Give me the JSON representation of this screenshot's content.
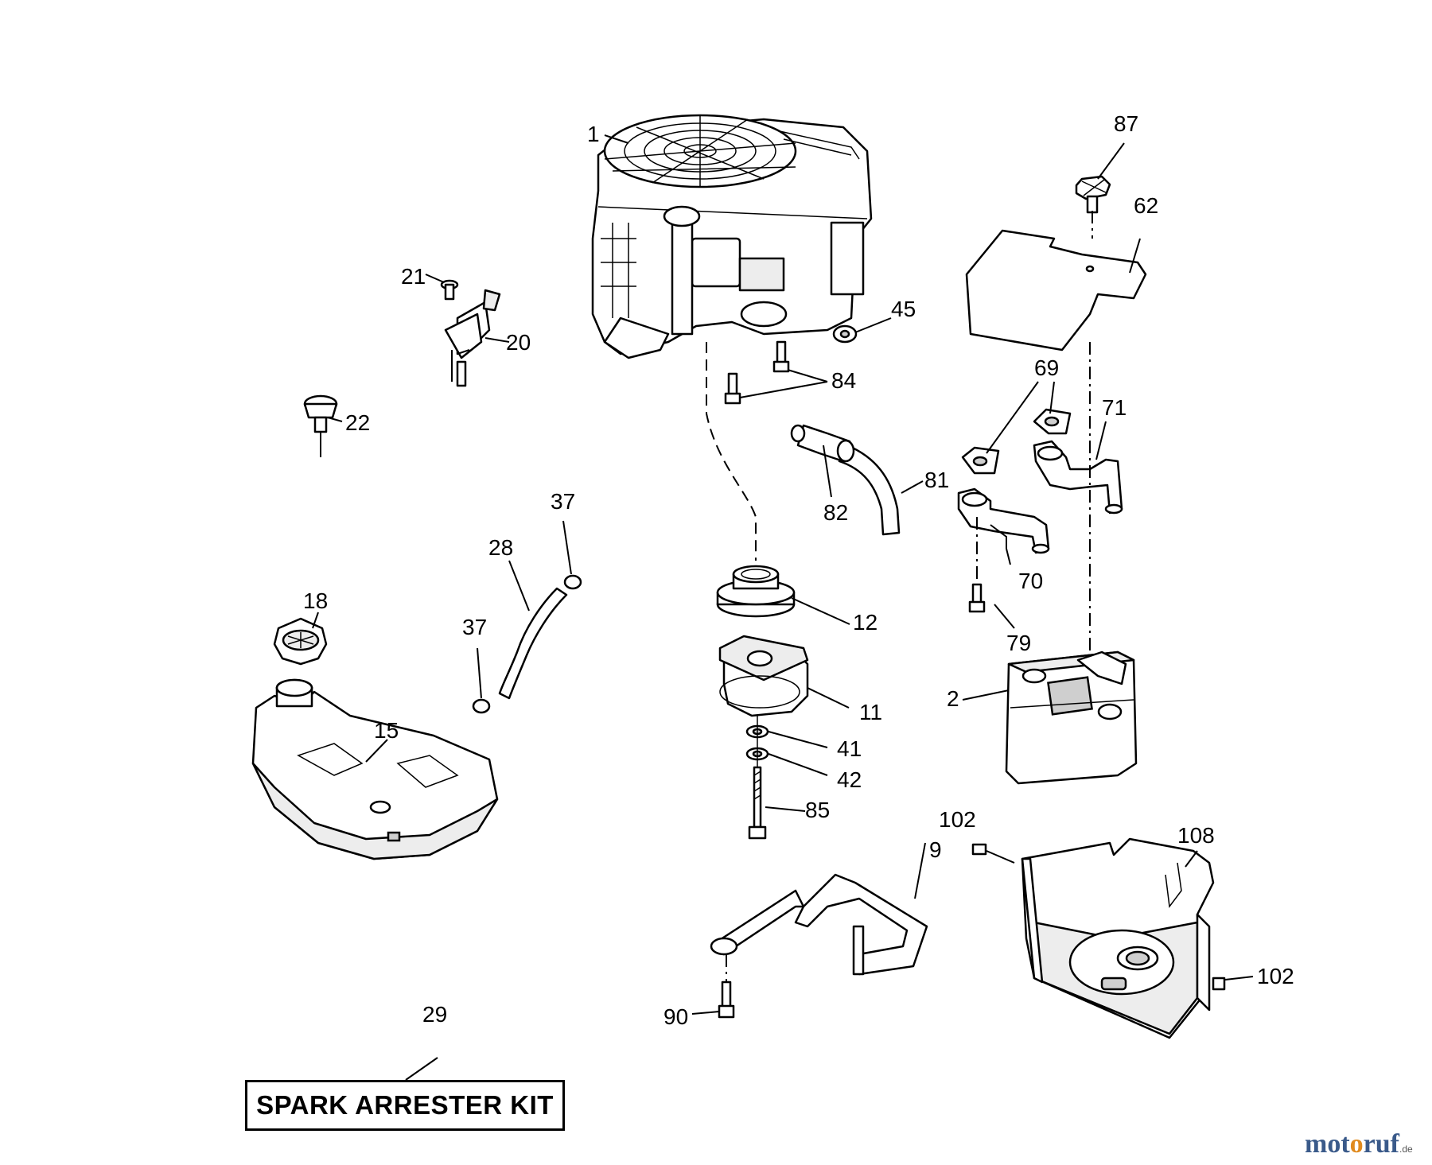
{
  "callouts": [
    {
      "id": "c1",
      "label": "1"
    },
    {
      "id": "c2",
      "label": "2"
    },
    {
      "id": "c9",
      "label": "9"
    },
    {
      "id": "c11",
      "label": "11"
    },
    {
      "id": "c12",
      "label": "12"
    },
    {
      "id": "c15",
      "label": "15"
    },
    {
      "id": "c18",
      "label": "18"
    },
    {
      "id": "c20",
      "label": "20"
    },
    {
      "id": "c21",
      "label": "21"
    },
    {
      "id": "c22",
      "label": "22"
    },
    {
      "id": "c28",
      "label": "28"
    },
    {
      "id": "c29",
      "label": "29"
    },
    {
      "id": "c37a",
      "label": "37"
    },
    {
      "id": "c37b",
      "label": "37"
    },
    {
      "id": "c41",
      "label": "41"
    },
    {
      "id": "c42",
      "label": "42"
    },
    {
      "id": "c45",
      "label": "45"
    },
    {
      "id": "c62",
      "label": "62"
    },
    {
      "id": "c69",
      "label": "69"
    },
    {
      "id": "c70",
      "label": "70"
    },
    {
      "id": "c71",
      "label": "71"
    },
    {
      "id": "c79",
      "label": "79"
    },
    {
      "id": "c81",
      "label": "81"
    },
    {
      "id": "c82",
      "label": "82"
    },
    {
      "id": "c84",
      "label": "84"
    },
    {
      "id": "c85",
      "label": "85"
    },
    {
      "id": "c87",
      "label": "87"
    },
    {
      "id": "c90",
      "label": "90"
    },
    {
      "id": "c102a",
      "label": "102"
    },
    {
      "id": "c102b",
      "label": "102"
    },
    {
      "id": "c108",
      "label": "108"
    }
  ],
  "kit_label": "SPARK ARRESTER KIT",
  "watermark": {
    "pre": "mot",
    "o": "o",
    "post": "ruf",
    "suffix": ".de"
  }
}
